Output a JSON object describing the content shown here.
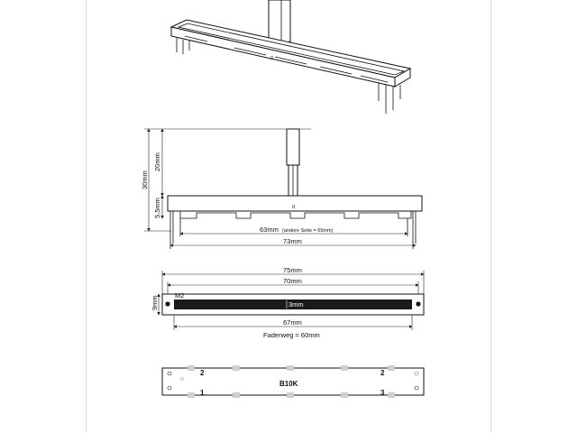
{
  "side_view": {
    "dim_overall_height": "30mm",
    "dim_knob_height": "20mm",
    "dim_body_height": "5,5mm",
    "dim_pin_spacing": "63mm",
    "dim_pin_spacing_note": "(andere Seite = 65mm)",
    "dim_pin_span": "73mm",
    "center_marker": "0"
  },
  "top_view": {
    "dim_total_length": "75mm",
    "dim_mount_length": "70mm",
    "dim_width": "9mm",
    "mount_screw": "M2",
    "dim_slot_width": "3mm",
    "dim_travel_span": "67mm",
    "travel_label": "Faderweg = 60mm"
  },
  "bottom_view": {
    "pin_label_top_left": "2",
    "pin_label_top_right": "2",
    "pin_label_bottom_left": "1",
    "pin_label_bottom_right": "3",
    "resistance_value": "B10K"
  },
  "colors": {
    "line": "#111111",
    "slot": "#1a1a1a",
    "pads": "#cfcfcf"
  }
}
